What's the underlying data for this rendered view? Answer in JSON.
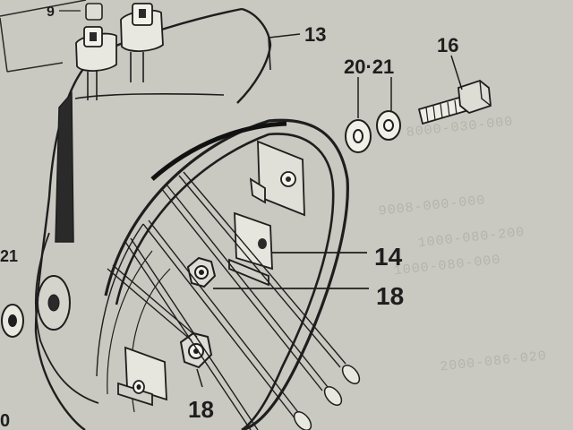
{
  "diagram": {
    "callouts": [
      {
        "id": "p9",
        "label": "9"
      },
      {
        "id": "p13",
        "label": "13"
      },
      {
        "id": "p16",
        "label": "16"
      },
      {
        "id": "p20_21",
        "label": "20·21"
      },
      {
        "id": "p14",
        "label": "14"
      },
      {
        "id": "p18_upper",
        "label": "18"
      },
      {
        "id": "p18_lower",
        "label": "18"
      },
      {
        "id": "p21_left",
        "label": "21"
      },
      {
        "id": "p0_left",
        "label": "0"
      }
    ],
    "background_codes": [
      "9008-000-000",
      "1000-080-200",
      "8000-030-000",
      "2000-086-020",
      "1000-080-000"
    ],
    "colors": {
      "paper": "#c9c9c1",
      "ink": "#1e1e1e"
    }
  }
}
